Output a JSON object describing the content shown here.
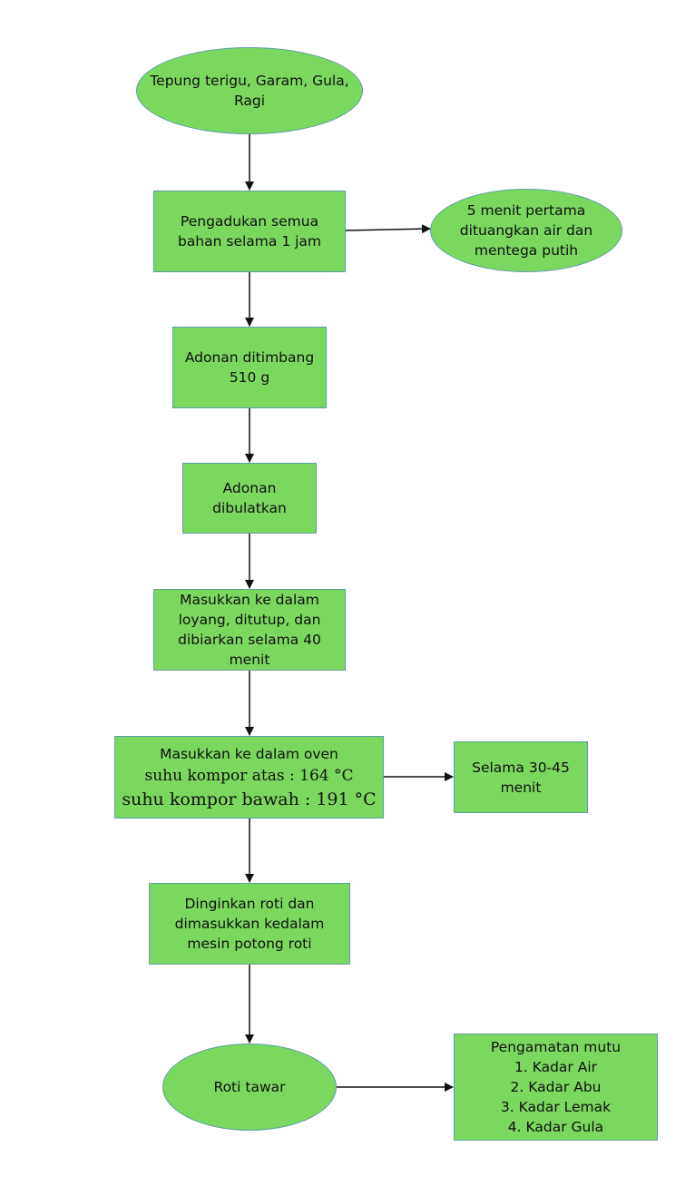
{
  "nodes": {
    "start": {
      "lines": [
        "Tepung terigu, Garam, Gula,",
        "Ragi"
      ]
    },
    "mixing": {
      "lines": [
        "Pengadukan semua",
        "bahan selama 1 jam"
      ]
    },
    "mixing_note": {
      "lines": [
        "5 menit pertama",
        "dituangkan air dan",
        "mentega putih"
      ]
    },
    "weigh": {
      "lines": [
        "Adonan ditimbang",
        "510 g"
      ]
    },
    "round": {
      "lines": [
        "Adonan",
        "dibulatkan"
      ]
    },
    "proof": {
      "lines": [
        "Masukkan ke dalam",
        "loyang, ditutup, dan",
        "dibiarkan selama 40",
        "menit"
      ]
    },
    "oven": {
      "lines": [
        "Masukkan ke dalam oven",
        "suhu kompor atas : 164 °C",
        "suhu kompor bawah : 191 °C"
      ]
    },
    "oven_note": {
      "lines": [
        "Selama 30-45",
        "menit"
      ]
    },
    "cool": {
      "lines": [
        "Dinginkan roti dan",
        "dimasukkan kedalam",
        "mesin potong roti"
      ]
    },
    "end": {
      "lines": [
        "Roti tawar"
      ]
    },
    "quality": {
      "lines": [
        "Pengamatan mutu",
        "1. Kadar Air",
        "2. Kadar Abu",
        "3. Kadar Lemak",
        "4. Kadar Gula"
      ]
    }
  },
  "colors": {
    "fill": "#7ad85f",
    "border": "#5f9ea8",
    "arrow": "#111111"
  }
}
